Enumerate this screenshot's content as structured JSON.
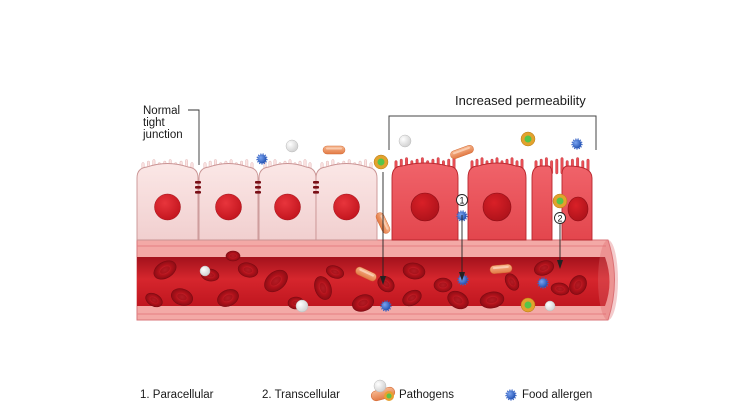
{
  "diagram": {
    "normal_label_lines": [
      "Normal",
      "tight",
      "junction"
    ],
    "increased_permeability": "Increased permeability",
    "marker_1": "1",
    "marker_2": "2"
  },
  "legend": {
    "paracellular": "1. Paracellular",
    "transcellular": "2. Transcellular",
    "pathogens": "Pathogens",
    "food_allergen": "Food allergen"
  },
  "colors": {
    "healthy_cell": "#f6dede",
    "inflamed_cell": "#e9555a",
    "nucleus": "#cf1f2a",
    "vessel_wall": "#f19a9a",
    "blood": "#c91e25",
    "allergen": "#3566c9",
    "pathogen": "#f0a070"
  }
}
